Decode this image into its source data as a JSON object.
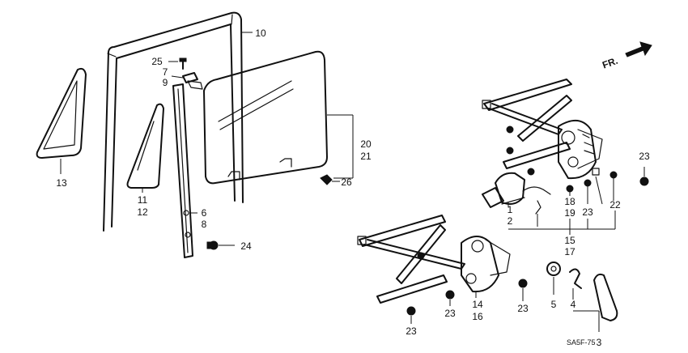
{
  "direction_label": "FR.",
  "drawing_code": "SA5F-75",
  "labels": {
    "l1": "1",
    "l2": "2",
    "l3": "3",
    "l4": "4",
    "l5": "5",
    "l6": "6",
    "l7": "7",
    "l8": "8",
    "l9": "9",
    "l10": "10",
    "l11": "11",
    "l12": "12",
    "l13": "13",
    "l14": "14",
    "l15": "15",
    "l16": "16",
    "l17": "17",
    "l18": "18",
    "l19": "19",
    "l20": "20",
    "l21": "21",
    "l22": "22",
    "l23": "23",
    "l24": "24",
    "l25": "25",
    "l26": "26"
  }
}
